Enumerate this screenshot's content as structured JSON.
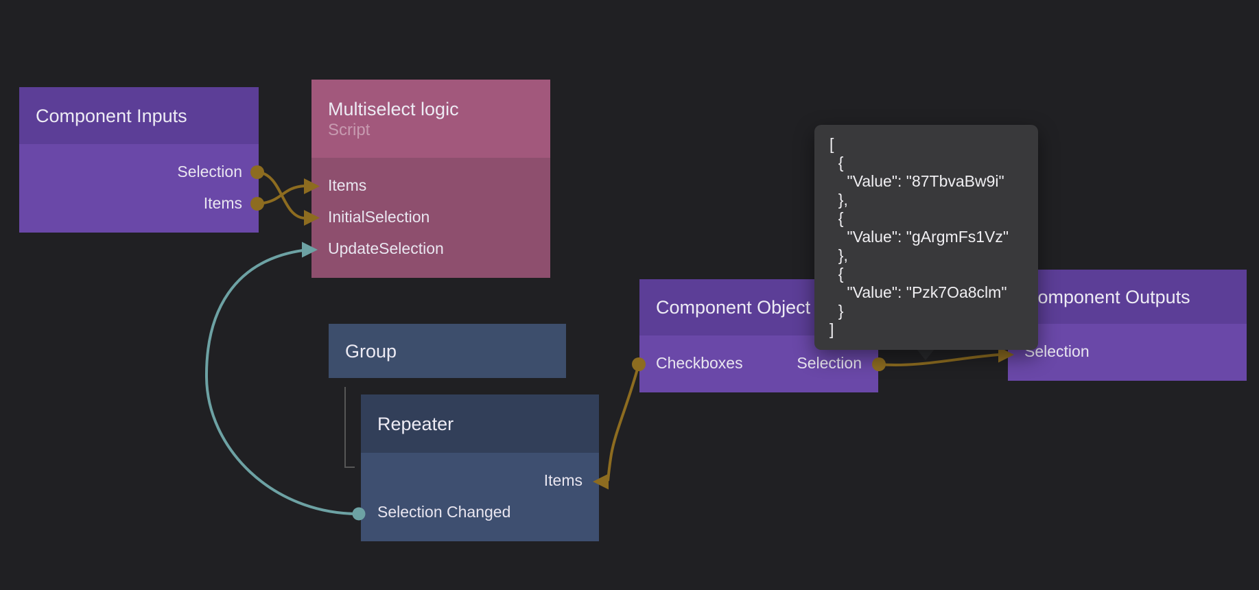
{
  "editor": {
    "type": "node-graph-canvas",
    "background_color": "#202023"
  },
  "colors": {
    "purple_node_header": "#5c3e97",
    "purple_node_body": "#6a48a8",
    "maroon_node_header": "#a2587c",
    "maroon_node_body": "#8e4f6e",
    "blue_group_node": "#3d4e6c",
    "blue_node_header": "#323f59",
    "blue_node_body": "#3e4f70",
    "wire_gold": "#8d6c20",
    "wire_teal": "#6da2a4",
    "hierarchy_line": "#565656",
    "tooltip_background": "#39393b",
    "node_text": "#e9e6f0"
  },
  "nodes": [
    {
      "title": "Component Inputs",
      "outputs": [
        "Selection",
        "Items"
      ]
    },
    {
      "title": "Multiselect logic",
      "subtitle": "Script",
      "inputs": [
        "Items",
        "InitialSelection",
        "UpdateSelection"
      ]
    },
    {
      "title": "Group"
    },
    {
      "title": "Repeater",
      "inputs": [
        "Items"
      ],
      "outputs": [
        "Selection Changed"
      ]
    },
    {
      "title": "Component Object",
      "outputs": [
        "Checkboxes",
        "Selection"
      ]
    },
    {
      "title": "Component Outputs",
      "inputs": [
        "Selection"
      ]
    }
  ],
  "connections": [
    {
      "from": "Component Inputs.Selection",
      "to": "Multiselect logic.InitialSelection",
      "color": "gold"
    },
    {
      "from": "Component Inputs.Items",
      "to": "Multiselect logic.Items",
      "color": "gold"
    },
    {
      "from": "Repeater.Selection Changed",
      "to": "Multiselect logic.UpdateSelection",
      "color": "teal"
    },
    {
      "from": "Component Object.Checkboxes",
      "to": "Repeater.Items",
      "color": "gold"
    },
    {
      "from": "Component Object.Selection",
      "to": "Component Outputs.Selection",
      "color": "gold"
    }
  ],
  "tooltip": {
    "text": "[\n  {\n    \"Value\": \"87TbvaBw9i\"\n  },\n  {\n    \"Value\": \"gArgmFs1Vz\"\n  },\n  {\n    \"Value\": \"Pzk7Oa8clm\"\n  }\n]"
  }
}
